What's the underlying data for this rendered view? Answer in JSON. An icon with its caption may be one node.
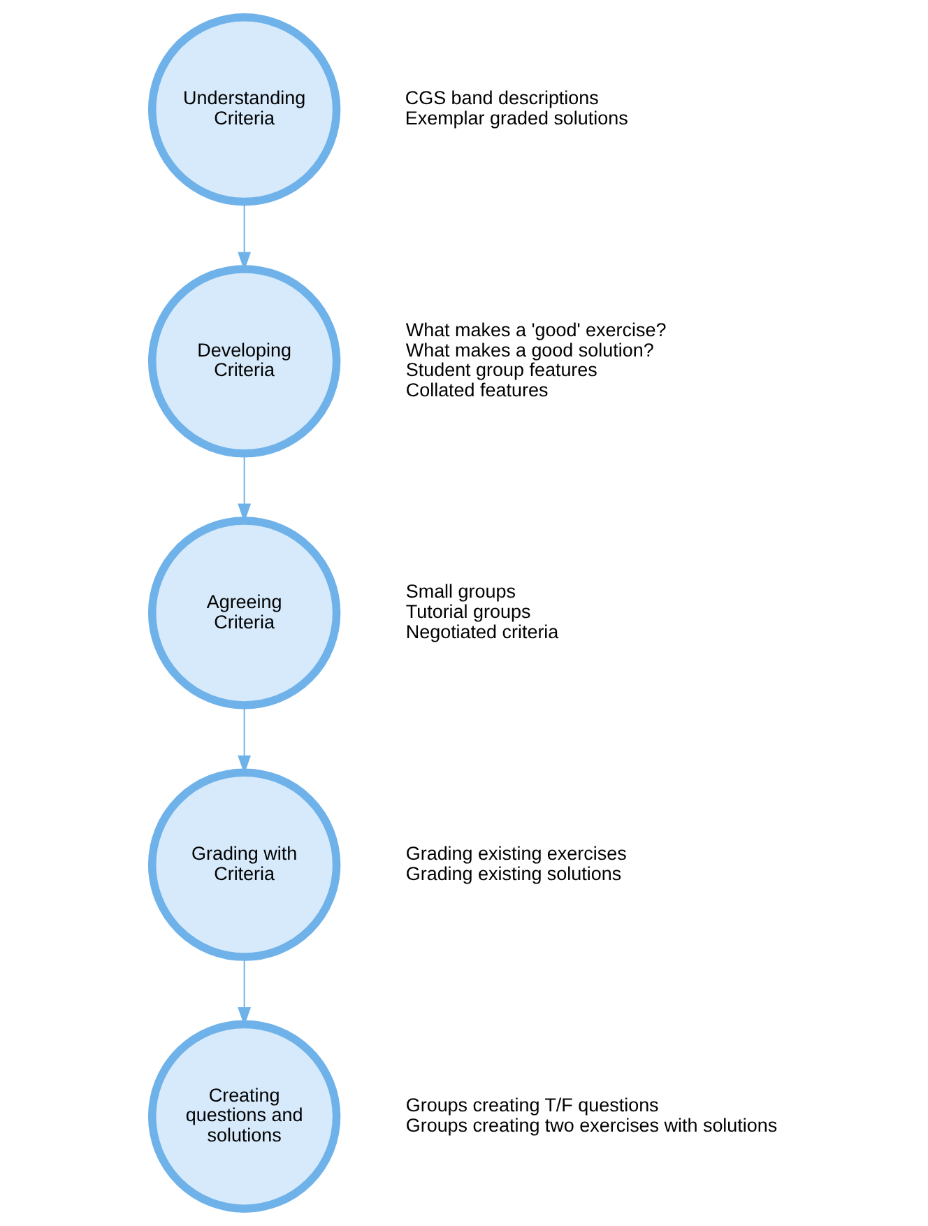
{
  "diagram": {
    "nodes": [
      {
        "text": [
          "Understanding Criteria"
        ],
        "beside": [
          "CGS band descriptions",
          "Exemplar graded solutions"
        ]
      },
      {
        "text": [
          "Developing Criteria"
        ],
        "beside": [
          "What makes a 'good' exercise?",
          "What makes a good solution?",
          "Student group features",
          "Collated features"
        ]
      },
      {
        "text": [
          "Agreeing Criteria"
        ],
        "beside": [
          "Small groups",
          "Tutorial groups",
          "Negotiated criteria"
        ]
      },
      {
        "text": [
          "Grading with Criteria"
        ],
        "beside": [
          "Grading existing exercises",
          "Grading existing solutions"
        ]
      },
      {
        "text": [
          "Creating questions and solutions"
        ],
        "beside": [
          "Groups creating T/F questions",
          "Groups creating two exercises with solutions"
        ]
      }
    ],
    "edges": [
      {
        "from": 0,
        "to": 1,
        "arrow": "to"
      },
      {
        "from": 1,
        "to": 2,
        "arrow": "to"
      },
      {
        "from": 2,
        "to": 3,
        "arrow": "to"
      },
      {
        "from": 3,
        "to": 4,
        "arrow": "to"
      }
    ]
  }
}
